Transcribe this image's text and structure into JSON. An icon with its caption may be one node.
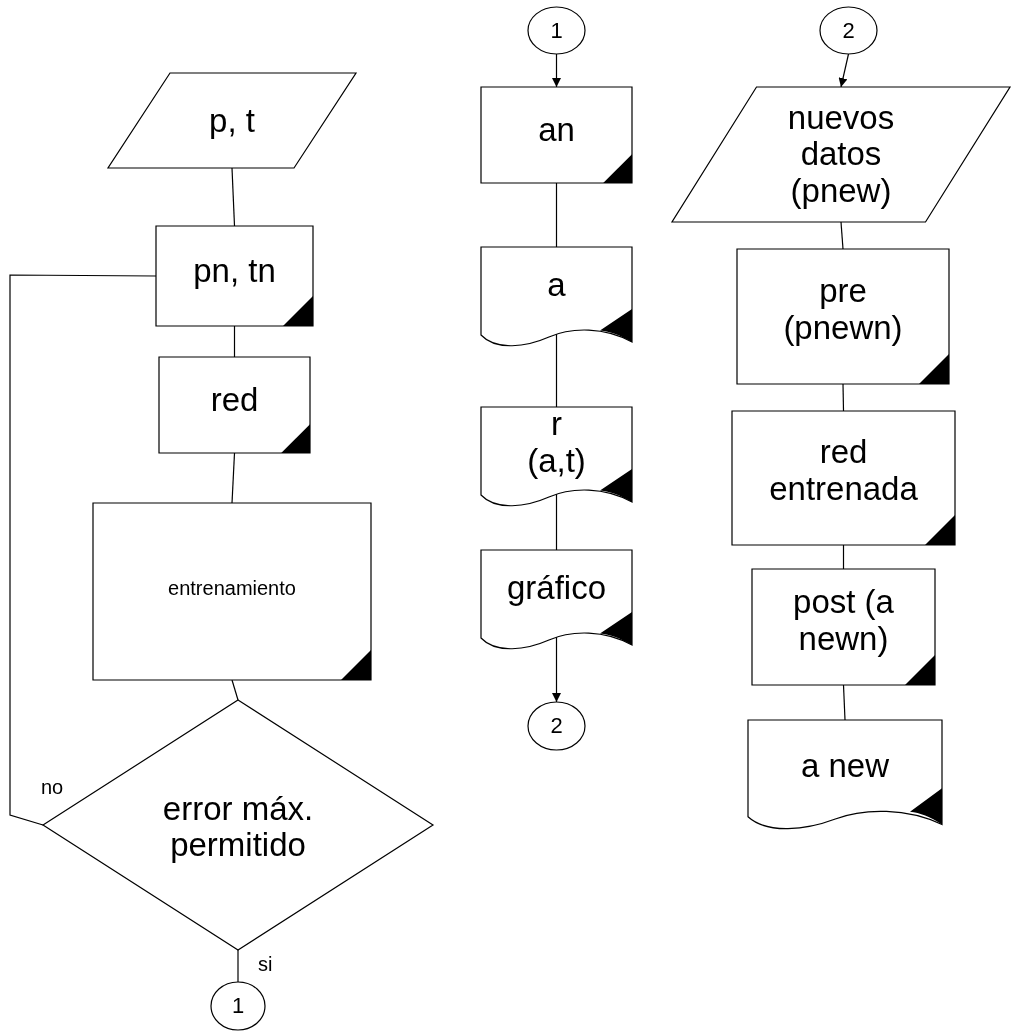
{
  "diagram": {
    "nodes": [
      {
        "text": [
          "p, t"
        ]
      },
      {
        "text": [
          "pn, tn"
        ]
      },
      {
        "text": [
          "red"
        ]
      },
      {
        "text": [
          "entrenamiento"
        ]
      },
      {
        "text": [
          "error máx. permitido"
        ]
      },
      {
        "text": [
          "1"
        ]
      },
      {
        "text": [
          "1"
        ]
      },
      {
        "text": [
          "an"
        ]
      },
      {
        "text": [
          "a"
        ]
      },
      {
        "text": [
          "r (a,t)"
        ]
      },
      {
        "text": [
          "gráfico"
        ]
      },
      {
        "text": [
          "2"
        ]
      },
      {
        "text": [
          "2"
        ]
      },
      {
        "text": [
          "nuevos datos (pnew)"
        ]
      },
      {
        "text": [
          "pre (pnewn)"
        ]
      },
      {
        "text": [
          "red entrenada"
        ]
      },
      {
        "text": [
          "post (a newn)"
        ]
      },
      {
        "text": [
          "a new"
        ]
      }
    ],
    "edges": [
      {
        "from": 0,
        "to": 1,
        "arrow": "none"
      },
      {
        "from": 1,
        "to": 2,
        "arrow": "none"
      },
      {
        "from": 2,
        "to": 3,
        "arrow": "none"
      },
      {
        "from": 3,
        "to": 4,
        "arrow": "none"
      },
      {
        "from": 4,
        "to": 1,
        "arrow": "none",
        "label": "no"
      },
      {
        "from": 4,
        "to": 5,
        "arrow": "none",
        "label": "si"
      },
      {
        "from": 6,
        "to": 7,
        "arrow": "to"
      },
      {
        "from": 7,
        "to": 8,
        "arrow": "none"
      },
      {
        "from": 8,
        "to": 9,
        "arrow": "none"
      },
      {
        "from": 9,
        "to": 10,
        "arrow": "none"
      },
      {
        "from": 10,
        "to": 11,
        "arrow": "to"
      },
      {
        "from": 12,
        "to": 13,
        "arrow": "to"
      },
      {
        "from": 13,
        "to": 14,
        "arrow": "none"
      },
      {
        "from": 14,
        "to": 15,
        "arrow": "none"
      },
      {
        "from": 15,
        "to": 16,
        "arrow": "none"
      },
      {
        "from": 16,
        "to": 17,
        "arrow": "none"
      }
    ]
  }
}
